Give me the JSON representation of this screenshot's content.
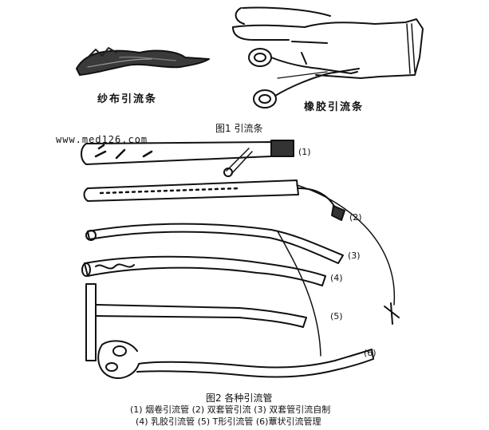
{
  "figure1": {
    "gauze_label": "纱布引流条",
    "rubber_label": "橡胶引流条",
    "caption": "图1 引流条"
  },
  "watermark": "www.med126.com",
  "figure2": {
    "tube_numbers": [
      "(1)",
      "(2)",
      "(3)",
      "(4)",
      "(5)",
      "(6)"
    ],
    "caption": "图2 各种引流管",
    "legend_line1": "(1) 烟卷引流管 (2) 双套管引流 (3) 双套管引流自制",
    "legend_line2": "(4) 乳胶引流管 (5) T形引流管 (6)蕈状引流管理"
  }
}
